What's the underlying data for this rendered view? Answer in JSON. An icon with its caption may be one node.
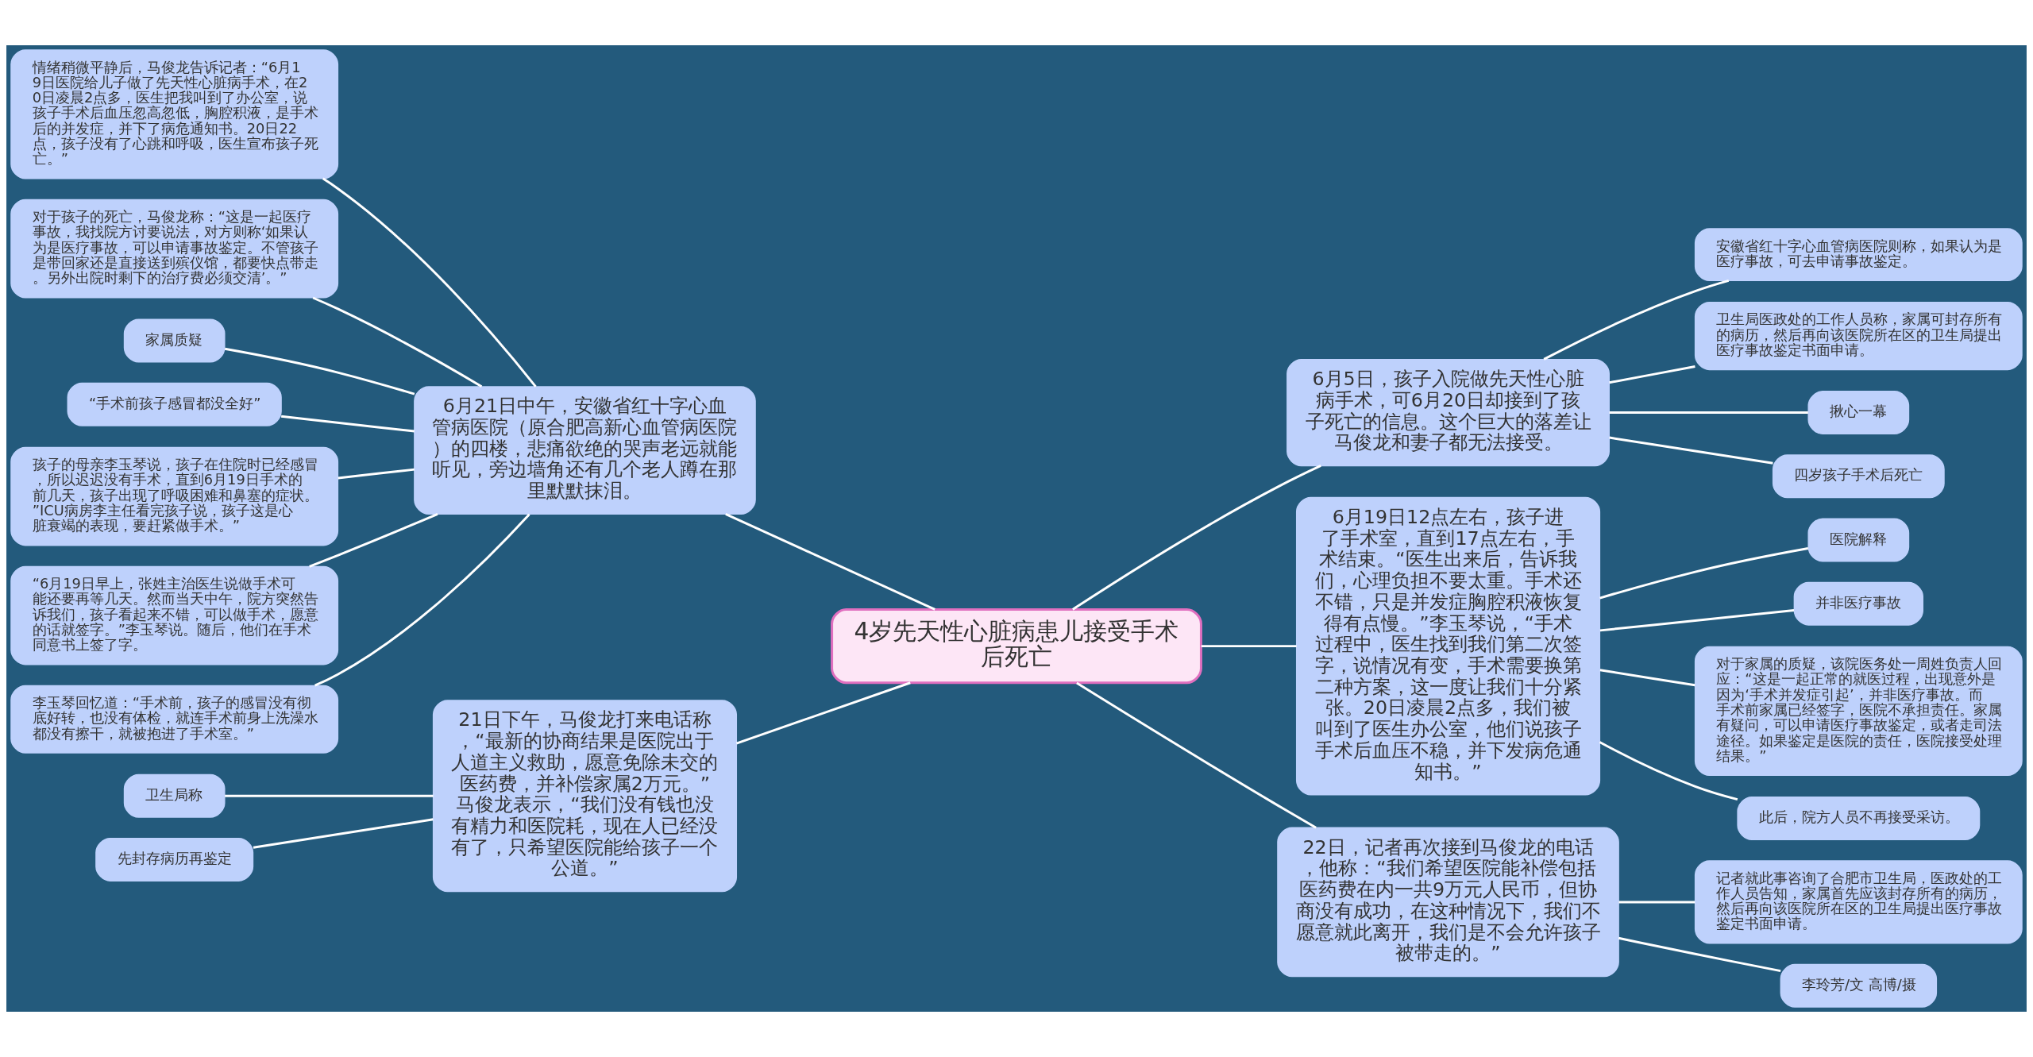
{
  "diagram": {
    "nodes": [
      {
        "text": [
          "4岁先天性心脏病患儿接受手术后死亡"
        ]
      },
      {
        "text": [
          "6月5日，孩子入院做先天性心脏病手术，可6月20日却接到了孩子死亡的信息。这个巨大的落差让马俊龙和妻子都无法接受。"
        ]
      },
      {
        "text": [
          "安徽省红十字心血管病医院则称，如果认为是医疗事故，可去申请事故鉴定。"
        ]
      },
      {
        "text": [
          "卫生局医政处的工作人员称，家属可封存所有的病历，然后再向该医院所在区的卫生局提出医疗事故鉴定书面申请。"
        ]
      },
      {
        "text": [
          "揪心一幕"
        ]
      },
      {
        "text": [
          "四岁孩子手术后死亡"
        ]
      },
      {
        "text": [
          "6月19日12点左右，孩子进了手术室，直到17点左右，手术结束。“医生出来后，告诉我们，心理负担不要太重。手术还不错，只是并发症胸腔积液恢复得有点慢。”李玉琴说，“手术过程中，医生找到我们第二次签字，说情况有变，手术需要换第二种方案，这一度让我们十分紧张。20日凌晨2点多，我们被叫到了医生办公室，他们说孩子手术后血压不稳，并下发病危通知书。”"
        ]
      },
      {
        "text": [
          "医院解释"
        ]
      },
      {
        "text": [
          "并非医疗事故"
        ]
      },
      {
        "text": [
          "对于家属的质疑，该院医务处一周姓负责人回应：“这是一起正常的就医过程，出现意外是因为‘手术并发症引起’，并非医疗事故。而手术前家属已经签字，医院不承担责任。家属有疑问，可以申请医疗事故鉴定，或者走司法途径。如果鉴定是医院的责任，医院接受处理结果。”"
        ]
      },
      {
        "text": [
          "此后，院方人员不再接受采访。"
        ]
      },
      {
        "text": [
          "22日，记者再次接到马俊龙的电话，他称：“我们希望医院能补偿包括医药费在内一共9万元人民币，但协商没有成功，在这种情况下，我们不愿意就此离开，我们是不会允许孩子被带走的。”"
        ]
      },
      {
        "text": [
          "记者就此事咨询了合肥市卫生局，医政处的工作人员告知，家属首先应该封存所有的病历，然后再向该医院所在区的卫生局提出医疗事故鉴定书面申请。"
        ]
      },
      {
        "text": [
          "李玲芳/文 高博/摄"
        ]
      },
      {
        "text": [
          "6月21日中午，安徽省红十字心血管病医院（原合肥高新心血管病医院）的四楼，悲痛欲绝的哭声老远就能听见，旁边墙角还有几个老人蹲在那里默默抹泪。"
        ]
      },
      {
        "text": [
          "情绪稍微平静后，马俊龙告诉记者：“6月19日医院给儿子做了先天性心脏病手术，在20日凌晨2点多，医生把我叫到了办公室，说孩子手术后血压忽高忽低，胸腔积液，是手术后的并发症，并下了病危通知书。20日22点，孩子没有了心跳和呼吸，医生宣布孩子死亡。”"
        ]
      },
      {
        "text": [
          "对于孩子的死亡，马俊龙称：“这是一起医疗事故，我找院方讨要说法，对方则称‘如果认为是医疗事故，可以申请事故鉴定。不管孩子是带回家还是直接送到殡仪馆，都要快点带走。另外出院时剩下的治疗费必须交清’。”"
        ]
      },
      {
        "text": [
          "家属质疑"
        ]
      },
      {
        "text": [
          "“手术前孩子感冒都没全好”"
        ]
      },
      {
        "text": [
          "孩子的母亲李玉琴说，孩子在住院时已经感冒，所以迟迟没有手术，直到6月19日手术的前几天，孩子出现了呼吸困难和鼻塞的症状。”ICU病房李主任看完孩子说，孩子这是心脏衰竭的表现，要赶紧做手术。”"
        ]
      },
      {
        "text": [
          "“6月19日早上，张姓主治医生说做手术可能还要再等几天。然而当天中午，院方突然告诉我们，孩子看起来不错，可以做手术，愿意的话就签字。”李玉琴说。随后，他们在手术同意书上签了字。"
        ]
      },
      {
        "text": [
          "李玉琴回忆道：“手术前，孩子的感冒没有彻底好转，也没有体检，就连手术前身上洗澡水都没有擦干，就被抱进了手术室。”"
        ]
      },
      {
        "text": [
          "21日下午，马俊龙打来电话称，“最新的协商结果是医院出于人道主义救助，愿意免除未交的医药费，并补偿家属2万元。”马俊龙表示，“我们没有钱也没有精力和医院耗，现在人已经没有了，只希望医院能给孩子一个公道。”"
        ]
      },
      {
        "text": [
          "卫生局称"
        ]
      },
      {
        "text": [
          "先封存病历再鉴定"
        ]
      }
    ],
    "edges": [
      {
        "from": 0,
        "to": 1,
        "arrow": "none"
      },
      {
        "from": 1,
        "to": 2,
        "arrow": "none"
      },
      {
        "from": 1,
        "to": 3,
        "arrow": "none"
      },
      {
        "from": 1,
        "to": 4,
        "arrow": "none"
      },
      {
        "from": 1,
        "to": 5,
        "arrow": "none"
      },
      {
        "from": 0,
        "to": 6,
        "arrow": "none"
      },
      {
        "from": 6,
        "to": 7,
        "arrow": "none"
      },
      {
        "from": 6,
        "to": 8,
        "arrow": "none"
      },
      {
        "from": 6,
        "to": 9,
        "arrow": "none"
      },
      {
        "from": 6,
        "to": 10,
        "arrow": "none"
      },
      {
        "from": 0,
        "to": 11,
        "arrow": "none"
      },
      {
        "from": 11,
        "to": 12,
        "arrow": "none"
      },
      {
        "from": 11,
        "to": 13,
        "arrow": "none"
      },
      {
        "from": 0,
        "to": 14,
        "arrow": "none"
      },
      {
        "from": 14,
        "to": 15,
        "arrow": "none"
      },
      {
        "from": 14,
        "to": 16,
        "arrow": "none"
      },
      {
        "from": 14,
        "to": 17,
        "arrow": "none"
      },
      {
        "from": 14,
        "to": 18,
        "arrow": "none"
      },
      {
        "from": 14,
        "to": 19,
        "arrow": "none"
      },
      {
        "from": 14,
        "to": 20,
        "arrow": "none"
      },
      {
        "from": 14,
        "to": 21,
        "arrow": "none"
      },
      {
        "from": 0,
        "to": 22,
        "arrow": "none"
      },
      {
        "from": 22,
        "to": 23,
        "arrow": "none"
      },
      {
        "from": 22,
        "to": 24,
        "arrow": "none"
      }
    ]
  }
}
